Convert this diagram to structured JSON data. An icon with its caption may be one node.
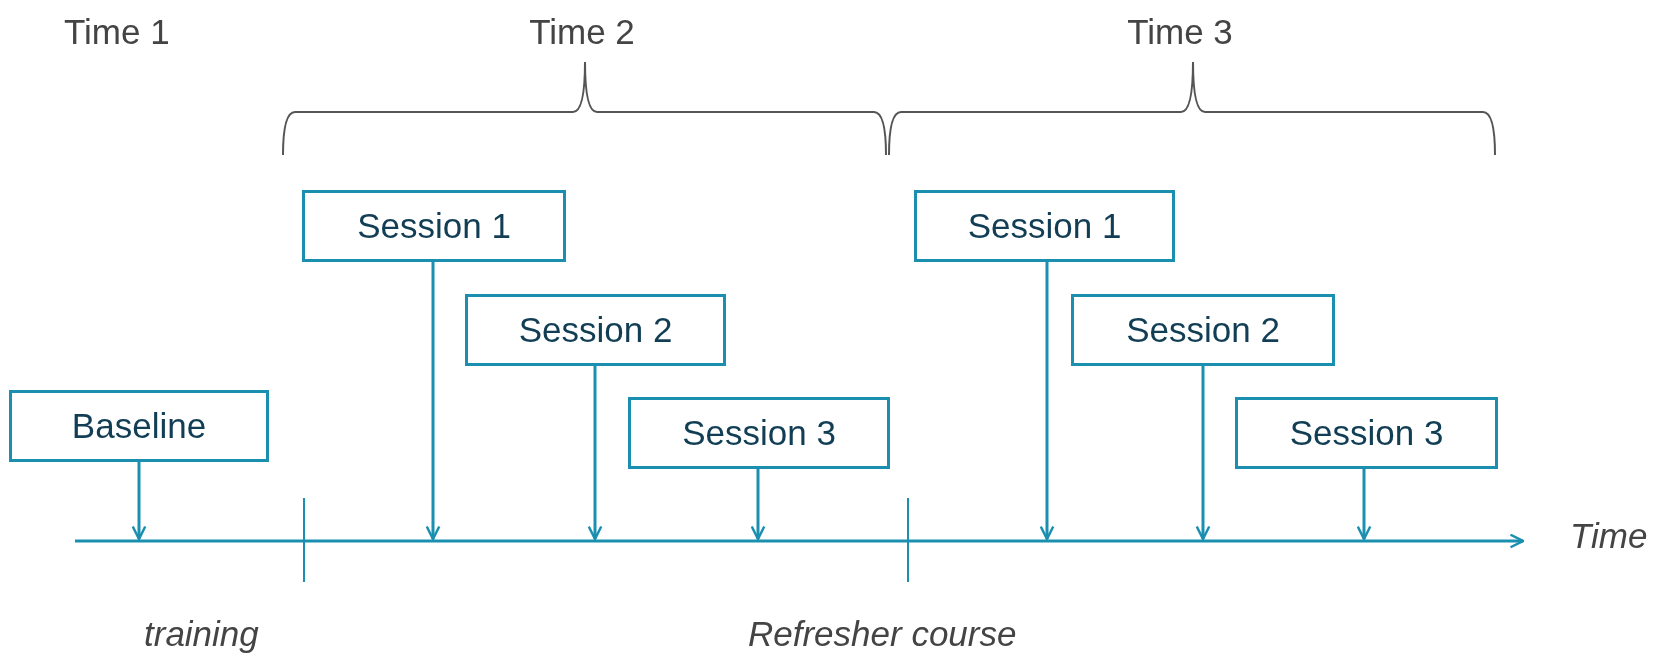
{
  "diagram": {
    "nodes": [
      {
        "text": [
          "Baseline"
        ]
      },
      {
        "text": [
          "Session 1"
        ]
      },
      {
        "text": [
          "Session 2"
        ]
      },
      {
        "text": [
          "Session 3"
        ]
      },
      {
        "text": [
          "Session 1"
        ]
      },
      {
        "text": [
          "Session 2"
        ]
      },
      {
        "text": [
          "Session 3"
        ]
      }
    ],
    "edges": [
      {
        "from": 0,
        "to": null,
        "arrow": "to"
      },
      {
        "from": 1,
        "to": null,
        "arrow": "to"
      },
      {
        "from": 2,
        "to": null,
        "arrow": "to"
      },
      {
        "from": 3,
        "to": null,
        "arrow": "to"
      },
      {
        "from": 4,
        "to": null,
        "arrow": "to"
      },
      {
        "from": 5,
        "to": null,
        "arrow": "to"
      },
      {
        "from": 6,
        "to": null,
        "arrow": "to"
      }
    ],
    "labels": [
      "Time 1",
      "Time 2",
      "Time 3",
      "Time",
      "training",
      "Refresher course"
    ]
  }
}
